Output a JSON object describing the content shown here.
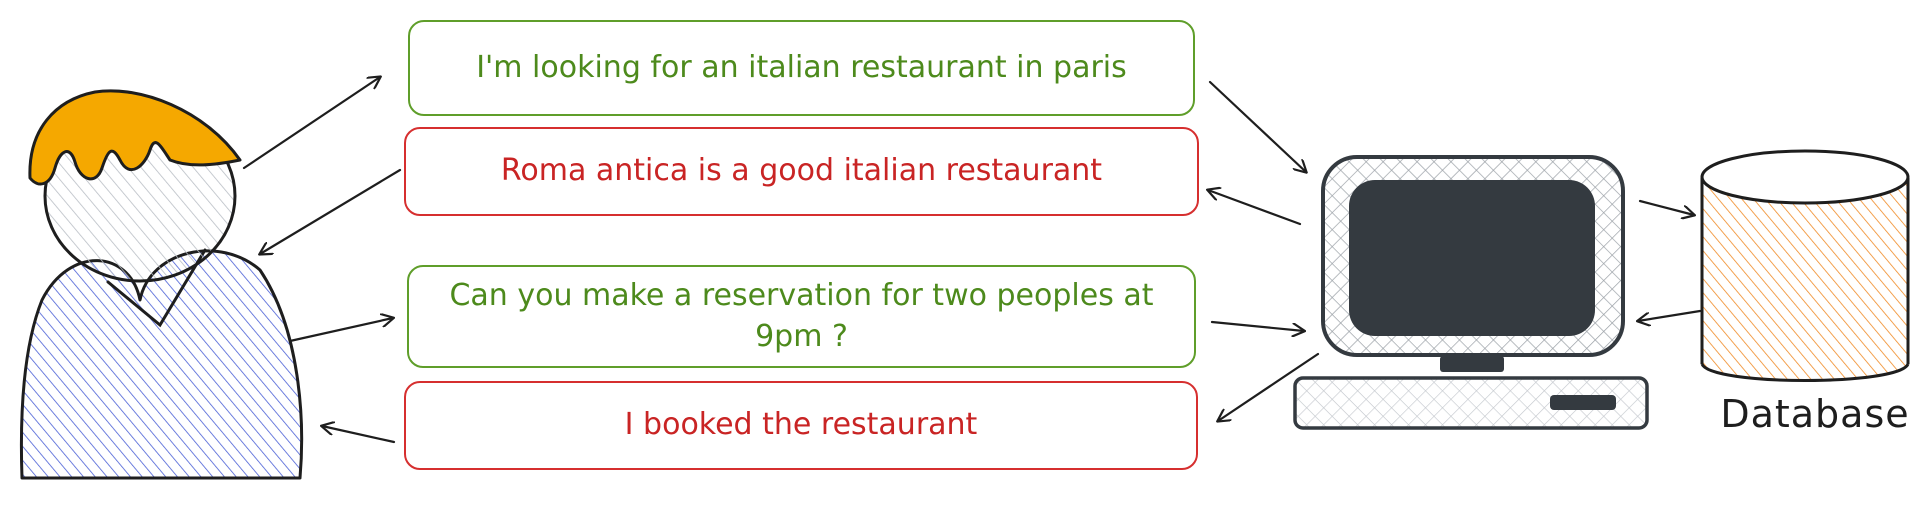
{
  "messages": [
    {
      "id": "msg-1",
      "from": "user",
      "text": "I'm looking for an italian restaurant in paris",
      "color": "#4d8a1c"
    },
    {
      "id": "msg-2",
      "from": "system",
      "text": "Roma antica is a good italian restaurant",
      "color": "#c92424"
    },
    {
      "id": "msg-3",
      "from": "user",
      "text": "Can you make a reservation for two peoples at 9pm ?",
      "color": "#4d8a1c"
    },
    {
      "id": "msg-4",
      "from": "system",
      "text": "I booked the restaurant",
      "color": "#c92424"
    }
  ],
  "database": {
    "label": "Database"
  },
  "colors": {
    "user_hair": "#f5a800",
    "user_body_hatch": "#4a5fd6",
    "database_hatch": "#f08a24",
    "screen": "#343a40",
    "outline": "#1e1e1e"
  }
}
